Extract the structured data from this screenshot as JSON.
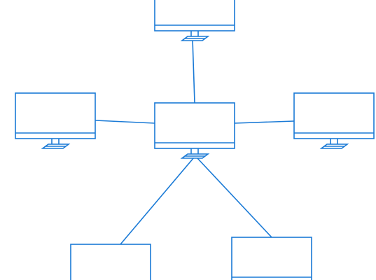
{
  "diagram": {
    "stroke_color": "#1a7ad6",
    "background": "#ffffff",
    "nodes": [
      {
        "id": "monitor-top",
        "icon": "monitor-icon"
      },
      {
        "id": "monitor-left",
        "icon": "monitor-icon"
      },
      {
        "id": "monitor-center",
        "icon": "monitor-icon"
      },
      {
        "id": "monitor-right",
        "icon": "monitor-icon"
      },
      {
        "id": "monitor-bottom-left",
        "icon": "monitor-icon"
      },
      {
        "id": "monitor-bottom-right",
        "icon": "monitor-icon"
      }
    ],
    "connections": [
      {
        "from": "monitor-center",
        "to": "monitor-top"
      },
      {
        "from": "monitor-center",
        "to": "monitor-left"
      },
      {
        "from": "monitor-center",
        "to": "monitor-right"
      },
      {
        "from": "monitor-center",
        "to": "monitor-bottom-left"
      },
      {
        "from": "monitor-center",
        "to": "monitor-bottom-right"
      }
    ]
  }
}
